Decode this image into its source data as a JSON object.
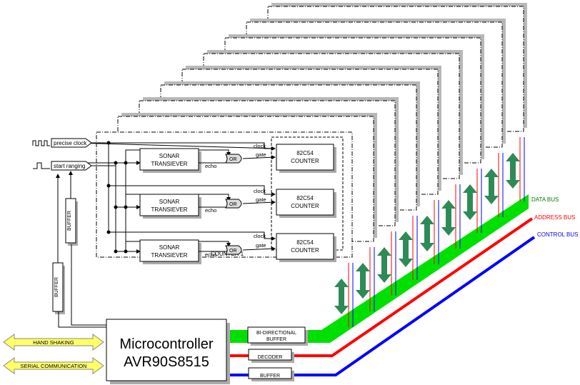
{
  "inputs": {
    "precise_clock": "precise clock",
    "start_ranging": "start ranging"
  },
  "buffers": {
    "vertical_upper": "BUFFER",
    "vertical_lower": "BUFFER"
  },
  "counter_group": {
    "label": "COUNTER 1",
    "channels": [
      {
        "sonar_line1": "SONAR",
        "sonar_line2": "TRANSIEVER",
        "echo": "echo",
        "or_gate": "OR",
        "clock": "clock",
        "gate": "gate",
        "counter_line1": "82C54",
        "counter_line2": "COUNTER"
      },
      {
        "sonar_line1": "SONAR",
        "sonar_line2": "TRANSIEVER",
        "echo": "echo",
        "or_gate": "OR",
        "clock": "clock",
        "gate": "gate",
        "counter_line1": "82C54",
        "counter_line2": "COUNTER"
      },
      {
        "sonar_line1": "SONAR",
        "sonar_line2": "TRANSIEVER",
        "echo": "echo",
        "or_gate": "OR",
        "clock": "clock",
        "gate": "gate",
        "counter_line1": "82C54",
        "counter_line2": "COUNTER"
      }
    ]
  },
  "microcontroller": {
    "line1": "Microcontroller",
    "line2": "AVR90S8515"
  },
  "side_arrows": {
    "handshaking": "HAND SHAKING",
    "serial": "SERIAL COMMUNICATION"
  },
  "bus_interfaces": {
    "bidir_line1": "BI-DIRECTIONAL",
    "bidir_line2": "BUFFER",
    "decoder": "DECODER",
    "buffer": "BUFFER"
  },
  "buses": {
    "data": {
      "label": "DATA BUS",
      "color": "#00e000",
      "label_color": "#008000"
    },
    "address": {
      "label": "ADDRESS BUS",
      "color": "#ff0000",
      "label_color": "#ff0000"
    },
    "control": {
      "label": "CONTROL BUS",
      "color": "#0000ff",
      "label_color": "#0000ff"
    }
  },
  "colors": {
    "arrow_green": "#2e8b57",
    "yellow_arrow": "#ffff66"
  }
}
